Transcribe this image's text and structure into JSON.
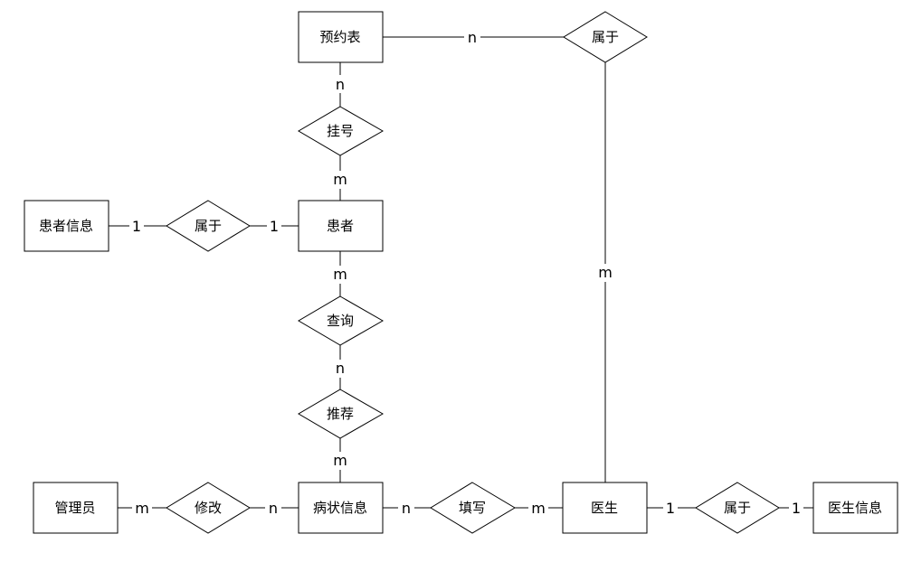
{
  "entities": {
    "reservation_table": "预约表",
    "patient_info": "患者信息",
    "patient": "患者",
    "admin": "管理员",
    "symptom_info": "病状信息",
    "doctor": "医生",
    "doctor_info": "医生信息"
  },
  "relationships": {
    "belongs_top": "属于",
    "register": "挂号",
    "belongs_patient": "属于",
    "query": "查询",
    "recommend": "推荐",
    "modify": "修改",
    "fill_in": "填写",
    "belongs_doctor": "属于"
  },
  "cardinalities": {
    "reservation_to_belongs": "n",
    "reservation_to_register": "n",
    "register_to_patient": "m",
    "patientinfo_to_belongs": "1",
    "belongs_to_patient": "1",
    "patient_to_query": "m",
    "query_to_recommend": "n",
    "recommend_to_symptom": "m",
    "belongs_to_doctor": "m",
    "admin_to_modify": "m",
    "modify_to_symptom": "n",
    "symptom_to_fill": "n",
    "fill_to_doctor": "m",
    "doctor_to_belongs": "1",
    "belongs_to_doctorinfo": "1"
  }
}
